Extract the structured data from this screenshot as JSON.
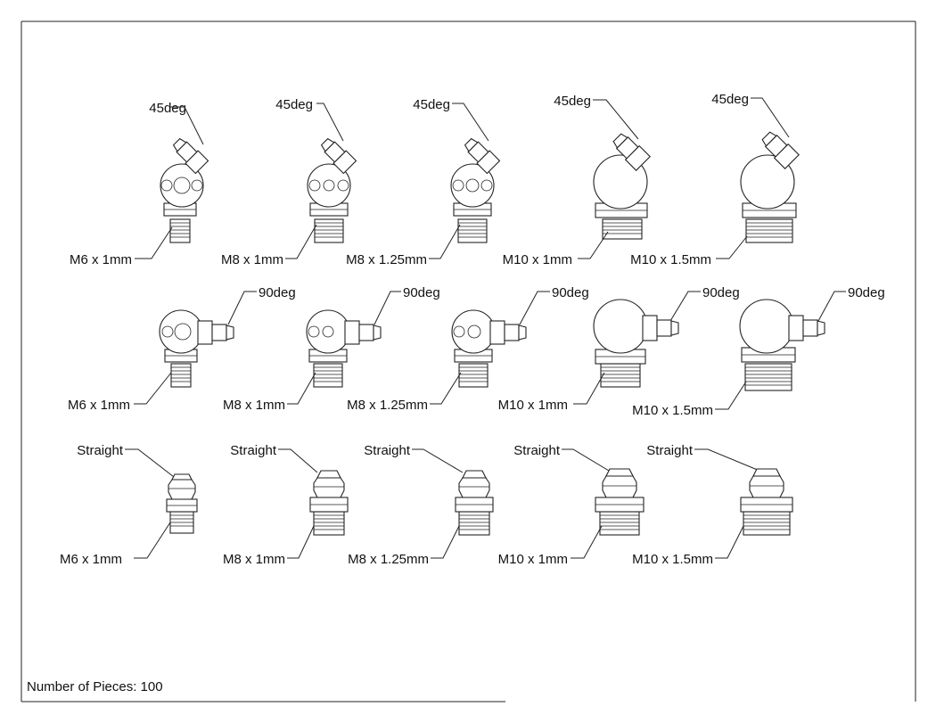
{
  "footer": {
    "pieces_label": "Number of Pieces: 100"
  },
  "rows": [
    {
      "kind": "45",
      "items": [
        {
          "angle_label": "45deg",
          "size_label": "M6 x 1mm"
        },
        {
          "angle_label": "45deg",
          "size_label": "M8 x 1mm"
        },
        {
          "angle_label": "45deg",
          "size_label": "M8 x 1.25mm"
        },
        {
          "angle_label": "45deg",
          "size_label": "M10 x 1mm"
        },
        {
          "angle_label": "45deg",
          "size_label": "M10 x 1.5mm"
        }
      ]
    },
    {
      "kind": "90",
      "items": [
        {
          "angle_label": "90deg",
          "size_label": "M6 x 1mm"
        },
        {
          "angle_label": "90deg",
          "size_label": "M8 x 1mm"
        },
        {
          "angle_label": "90deg",
          "size_label": "M8 x 1.25mm"
        },
        {
          "angle_label": "90deg",
          "size_label": "M10 x 1mm"
        },
        {
          "angle_label": "90deg",
          "size_label": "M10 x 1.5mm"
        }
      ]
    },
    {
      "kind": "straight",
      "items": [
        {
          "angle_label": "Straight",
          "size_label": "M6 x 1mm"
        },
        {
          "angle_label": "Straight",
          "size_label": "M8 x 1mm"
        },
        {
          "angle_label": "Straight",
          "size_label": "M8 x 1.25mm"
        },
        {
          "angle_label": "Straight",
          "size_label": "M10 x 1mm"
        },
        {
          "angle_label": "Straight",
          "size_label": "M10 x 1.5mm"
        }
      ]
    }
  ]
}
